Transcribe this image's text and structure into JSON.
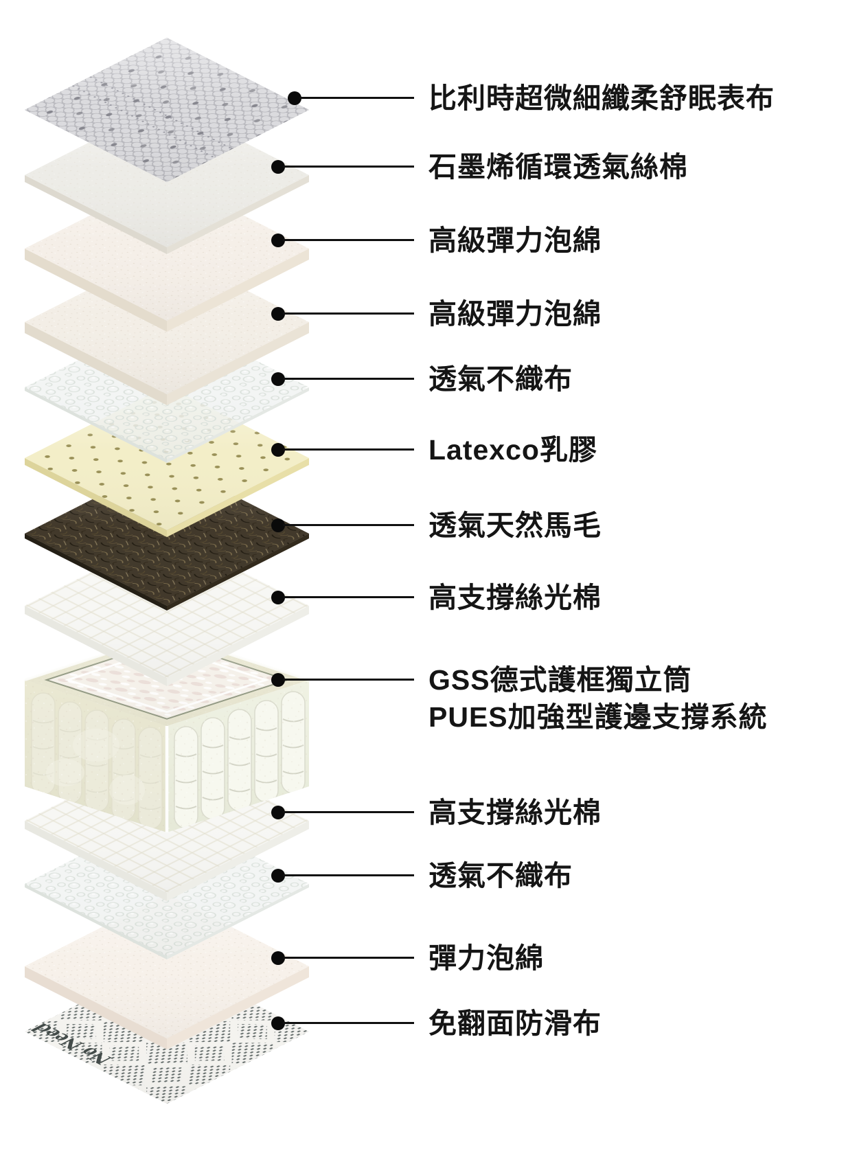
{
  "diagram": {
    "subject": "mattress-exploded-layers",
    "colors": {
      "background": "#ffffff",
      "label_text": "#151515",
      "leader_line": "#101010",
      "callout_dot": "#0a0a0a"
    },
    "layers": [
      {
        "label": "比利時超微細纖柔舒眠表布",
        "color": "#d2d2d6"
      },
      {
        "label": "石墨烯循環透氣絲棉",
        "color": "#edece7"
      },
      {
        "label": "高級彈力泡綿",
        "color": "#f5efe8"
      },
      {
        "label": "高級彈力泡綿",
        "color": "#f3eee6"
      },
      {
        "label": "透氣不織布",
        "color": "#f0f3f1"
      },
      {
        "label": "Latexco乳膠",
        "color": "#f3eec8"
      },
      {
        "label": "透氣天然馬毛",
        "color": "#42392b"
      },
      {
        "label": "高支撐絲光棉",
        "color": "#f7f7f4"
      },
      {
        "label": "GSS德式護框獨立筒\nPUES加強型護邊支撐系統",
        "color": "#e8e6d1"
      },
      {
        "label": "高支撐絲光棉",
        "color": "#f7f7f4"
      },
      {
        "label": "透氣不織布",
        "color": "#f0f3f1"
      },
      {
        "label": "彈力泡綿",
        "color": "#f7f1ea"
      },
      {
        "label": "免翻面防滑布",
        "color": "#f3f2ef",
        "printed_text": "No Need"
      }
    ]
  }
}
